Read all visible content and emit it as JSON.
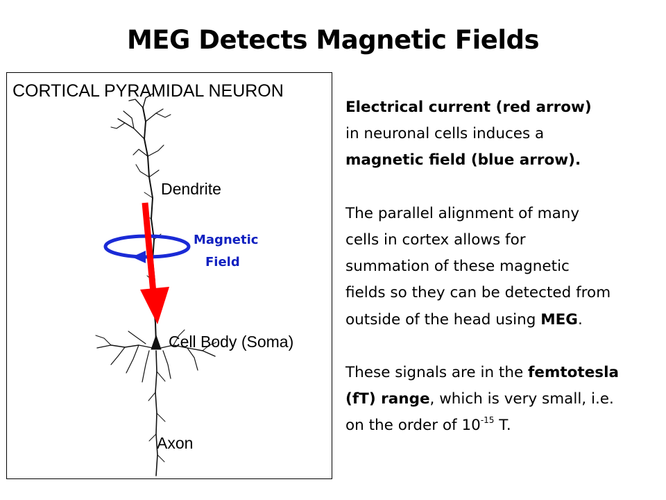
{
  "slide": {
    "title": "MEG Detects Magnetic Fields"
  },
  "figure": {
    "title": "CORTICAL PYRAMIDAL NEURON",
    "labels": {
      "dendrite": "Dendrite",
      "soma": "Cell Body (Soma)",
      "axon": "Axon",
      "magnetic_line1": "Magnetic",
      "magnetic_line2": "Field"
    },
    "colors": {
      "current_arrow": "#ff0000",
      "magnetic_arrow": "#1a2ad6",
      "magnetic_label": "#1020c0"
    }
  },
  "text": {
    "p1_bold1": "Electrical current (red arrow)",
    "p1_line2": "in neuronal cells induces a",
    "p1_bold3": "magnetic field (blue arrow).",
    "p2_line1": "The parallel alignment of many",
    "p2_line2": "cells in cortex allows for",
    "p2_line3": "summation of these magnetic",
    "p2_line4": "fields so they can be detected from",
    "p2_line5_pre": "outside of the head using ",
    "p2_line5_bold": "MEG",
    "p2_line5_post": ".",
    "p3_line1_pre": "These signals are in the ",
    "p3_line1_bold": "femtotesla",
    "p3_line2_bold": "(fT) range",
    "p3_line2_post": ", which is very small, i.e.",
    "p3_line3_pre": "on the order of 10",
    "p3_line3_sup": "-15",
    "p3_line3_post": " T."
  }
}
